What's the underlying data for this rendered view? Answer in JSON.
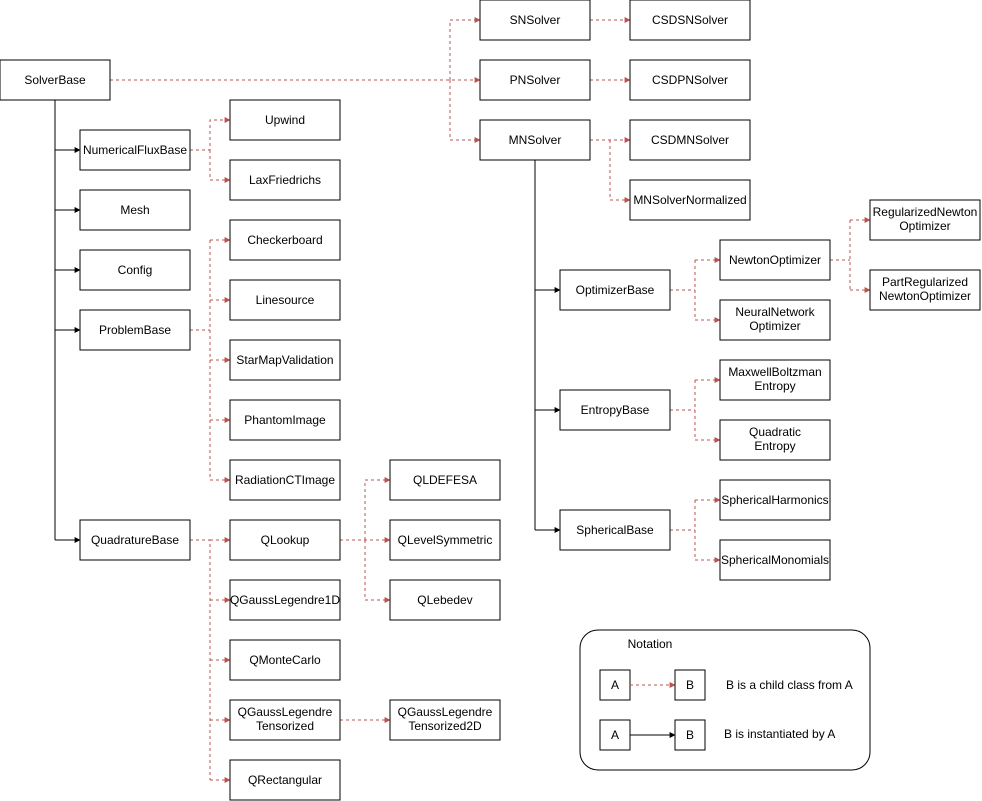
{
  "nodes": {
    "solverbase": "SolverBase",
    "snsolver": "SNSolver",
    "csdsnsolver": "CSDSNSolver",
    "pnsolver": "PNSolver",
    "csdpnsolver": "CSDPNSolver",
    "mnsolver": "MNSolver",
    "csdmnsolver": "CSDMNSolver",
    "mnsolvernormalized": "MNSolverNormalized",
    "numericalfluxbase": "NumericalFluxBase",
    "upwind": "Upwind",
    "laxfriedrichs": "LaxFriedrichs",
    "mesh": "Mesh",
    "config": "Config",
    "problembase": "ProblemBase",
    "checkerboard": "Checkerboard",
    "linesource": "Linesource",
    "starmapvalidation": "StarMapValidation",
    "phantomimage": "PhantomImage",
    "radiationctimage": "RadiationCTImage",
    "quadraturebase": "QuadratureBase",
    "qlookup": "QLookup",
    "qldefesa": "QLDEFESA",
    "qlevelsymmetric": "QLevelSymmetric",
    "qlebedev": "QLebedev",
    "qgausslegendre1d": "QGaussLegendre1D",
    "qmontecarlo": "QMonteCarlo",
    "qgausslegendretensorized": [
      "QGaussLegendre",
      "Tensorized"
    ],
    "qgausslegendretensorized2d": [
      "QGaussLegendre",
      "Tensorized2D"
    ],
    "qrectangular": "QRectangular",
    "optimizerbase": "OptimizerBase",
    "newtonoptimizer": "NewtonOptimizer",
    "neuralnetworkoptimizer": [
      "NeuralNetwork",
      "Optimizer"
    ],
    "regularizednewtonoptimizer": [
      "RegularizedNewton",
      "Optimizer"
    ],
    "partregularizednewtonoptimizer": [
      "PartRegularized",
      "NewtonOptimizer"
    ],
    "entropybase": "EntropyBase",
    "maxwellboltzmanentropy": [
      "MaxwellBoltzman",
      "Entropy"
    ],
    "quadraticentropy": [
      "Quadratic",
      "Entropy"
    ],
    "sphericalbase": "SphericalBase",
    "sphericalharmonics": "SphericalHarmonics",
    "sphericalmonomials": "SphericalMonomials"
  },
  "notation": {
    "title": "Notation",
    "inherit_a": "A",
    "inherit_b": "B",
    "inherit_text": "B is a child class from A",
    "inst_a": "A",
    "inst_b": "B",
    "inst_text": "B is instantiated by A"
  },
  "colors": {
    "inheritance_edge": "#b85450",
    "instantiation_edge": "#000000"
  }
}
